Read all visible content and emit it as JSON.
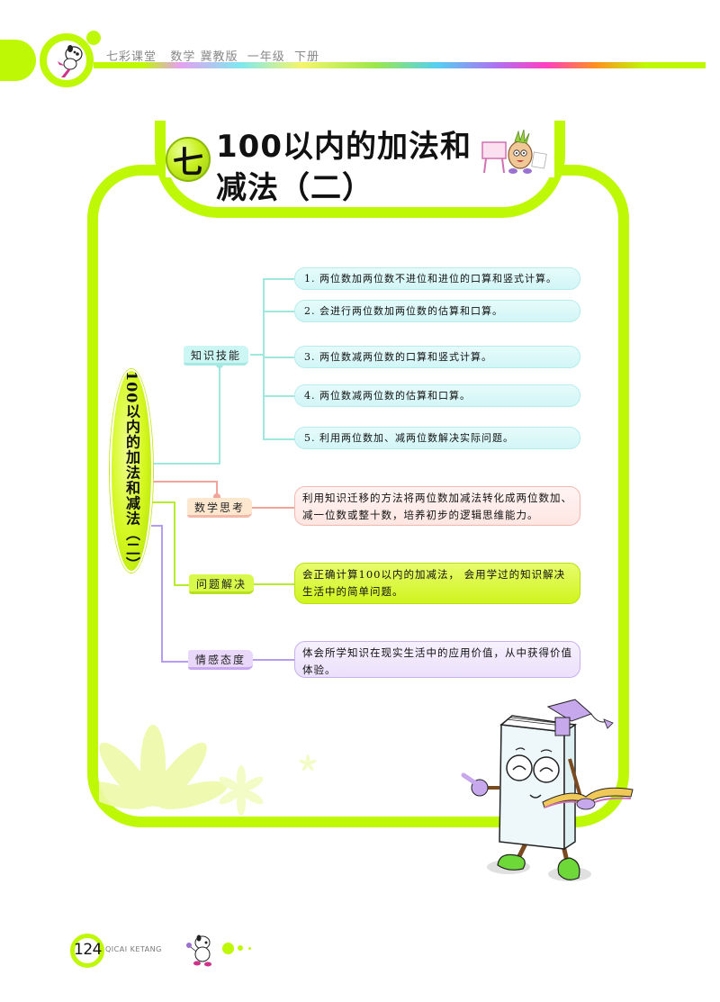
{
  "header": {
    "title": "七彩课堂   数学 冀教版  一年级  下册",
    "accent_color": "#bef805"
  },
  "chapter": {
    "number": "七",
    "title": "100以内的加法和减法（二）"
  },
  "mindmap": {
    "root": "100以内的加法和减法（二）",
    "categories": [
      {
        "label": "知识技能",
        "color": "#9ee8e0",
        "items": [
          "1. 两位数加两位数不进位和进位的口算和竖式计算。",
          "2.  会进行两位数加两位数的估算和口算。",
          "3.  两位数减两位数的口算和竖式计算。",
          "4.  两位数减两位数的估算和口算。",
          "5.  利用两位数加、减两位数解决实际问题。"
        ]
      },
      {
        "label": "数学思考",
        "color": "#f2a49a",
        "description": "利用知识迁移的方法将两位数加减法转化成两位数加、减一位数或整十数，培养初步的逻辑思维能力。"
      },
      {
        "label": "问题解决",
        "color": "#b6ec2a",
        "description": "会正确计算100以内的加减法， 会用学过的知识解决生活中的简单问题。"
      },
      {
        "label": "情感态度",
        "color": "#b49cf0",
        "description": "体会所学知识在现实生活中的应用价值，从中获得价值体验。"
      }
    ]
  },
  "footer": {
    "page_number": "124",
    "brand": "QICAI KETANG"
  },
  "icons": {
    "header_mascot": "dog-mascot-icon",
    "title_mascot": "pineapple-painter-icon",
    "book_mascot": "book-character-icon",
    "footer_mascot": "dog-mascot-icon"
  }
}
